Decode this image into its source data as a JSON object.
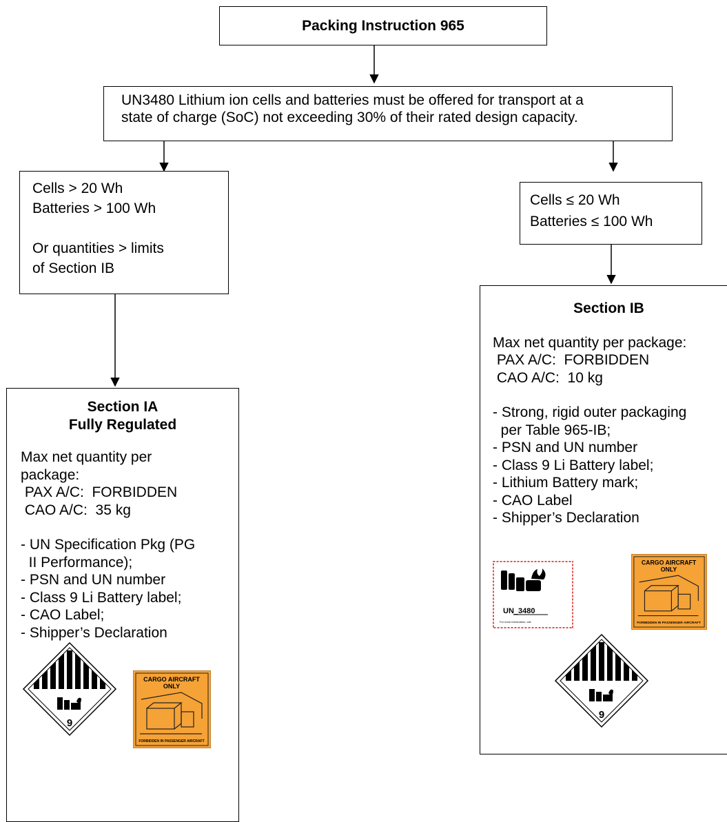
{
  "title": "Packing Instruction 965",
  "intro": {
    "lines": [
      "UN3480 Lithium ion cells and batteries must be offered for transport at a",
      "state of charge (SoC) not exceeding 30% of their rated design capacity."
    ]
  },
  "left_criteria": {
    "lines": [
      "Cells > 20 Wh",
      "Batteries > 100 Wh",
      "",
      "Or quantities > limits",
      "of Section IB"
    ]
  },
  "right_criteria": {
    "lines": [
      "Cells ≤ 20 Wh",
      "Batteries ≤ 100 Wh"
    ]
  },
  "section_ia": {
    "heading1": "Section IA",
    "heading2": "Fully Regulated",
    "lines": [
      "Max net quantity per",
      "package:",
      " PAX A/C:  FORBIDDEN",
      " CAO A/C:  35 kg",
      "",
      "- UN Specification Pkg (PG",
      "  II Performance);",
      "- PSN and UN number",
      "- Class 9 Li Battery label;",
      "- CAO Label;",
      "- Shipper’s Declaration"
    ]
  },
  "section_ib": {
    "heading": "Section IB",
    "lines": [
      "Max net quantity per package:",
      " PAX A/C:  FORBIDDEN",
      " CAO A/C:  10 kg",
      "",
      "- Strong, rigid outer packaging",
      "  per Table 965-IB;",
      "- PSN and UN number",
      "- Class 9 Li Battery label;",
      "- Lithium Battery mark;",
      "- CAO Label",
      "- Shipper’s Declaration"
    ]
  },
  "labels": {
    "class9_number": "9",
    "cao_top_line1": "CARGO AIRCRAFT",
    "cao_top_line2": "ONLY",
    "cao_bottom": "FORBIDDEN IN PASSENGER AIRCRAFT",
    "li_mark_un": "UN_3480",
    "li_mark_info": "For more information, call"
  },
  "colors": {
    "cao_orange": "#f5a236",
    "mark_hatch": "#e05050",
    "line": "#000000"
  }
}
